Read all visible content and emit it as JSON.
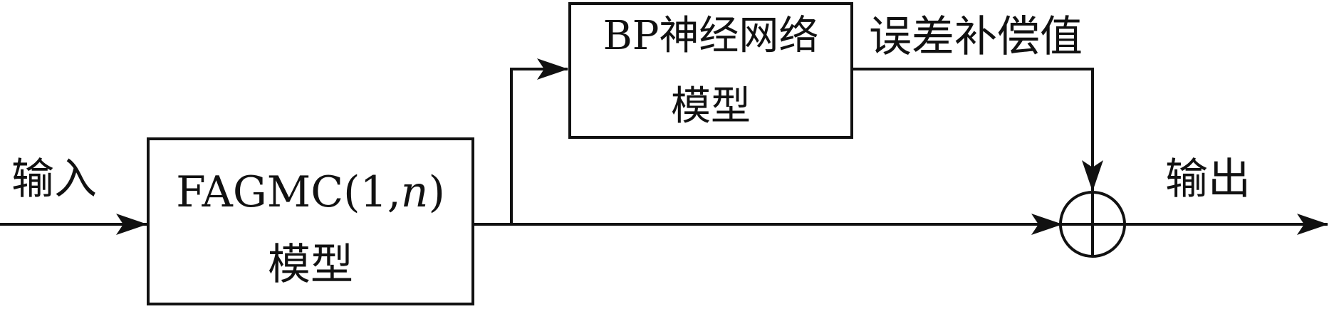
{
  "diagram": {
    "input_label": "输入",
    "output_label": "输出",
    "fagmc_block": {
      "line1_prefix": "FAGMC(1,",
      "line1_var": "n",
      "line1_suffix": ")",
      "line2": "模型"
    },
    "bp_block": {
      "line1": "BP神经网络",
      "line2": "模型"
    },
    "error_label": "误差补偿值",
    "summing_node_symbol": "⊕"
  },
  "colors": {
    "stroke": "#111111",
    "background": "#ffffff"
  }
}
